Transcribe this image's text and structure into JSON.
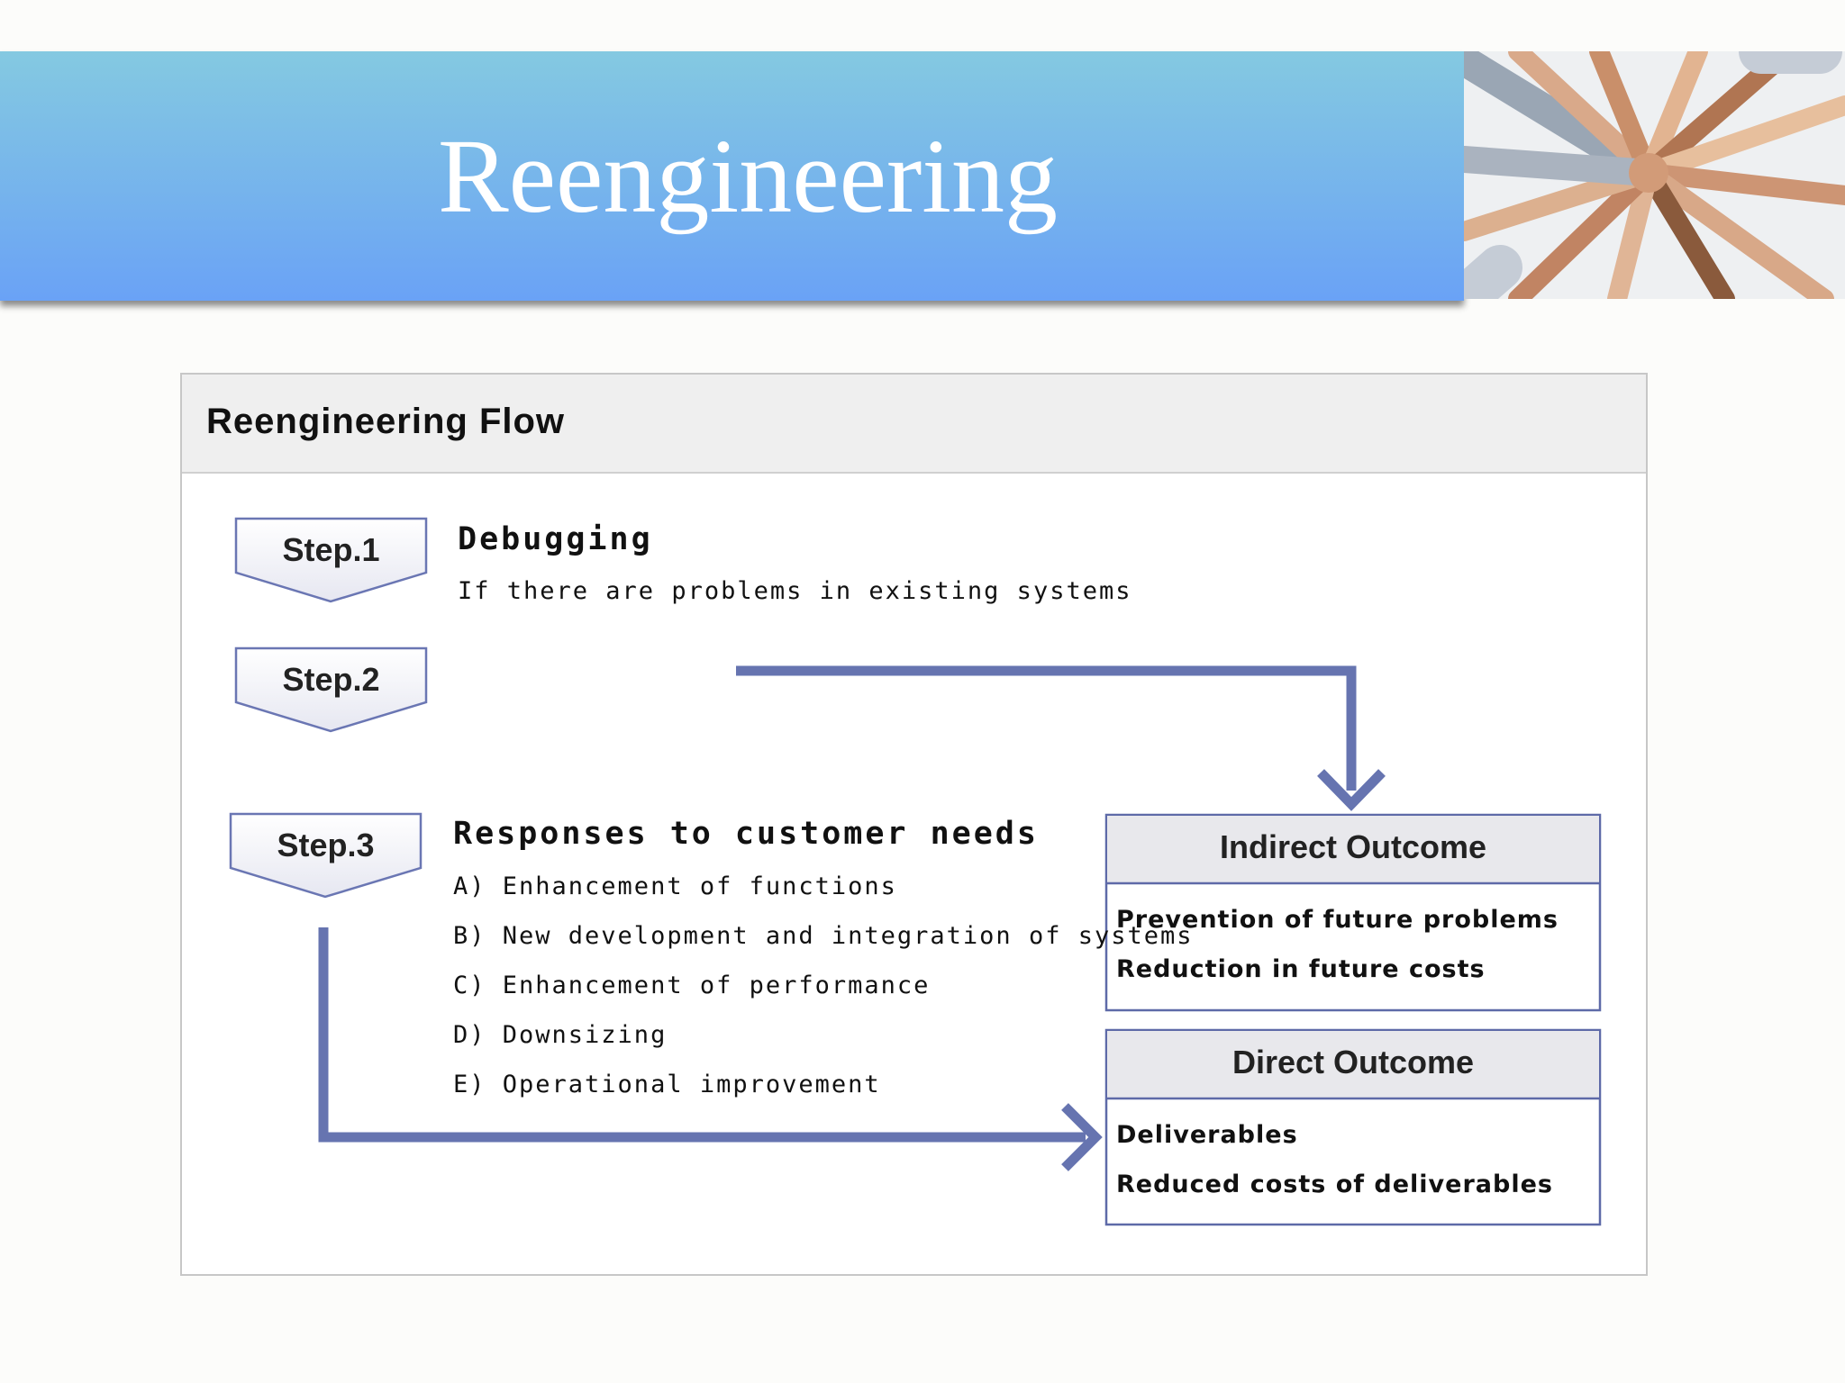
{
  "slide": {
    "title": "Reengineering"
  },
  "panel": {
    "title": "Reengineering Flow"
  },
  "steps": [
    {
      "label": "Step.1",
      "heading": "Debugging",
      "lines": [
        "If there are problems in existing systems"
      ]
    },
    {
      "label": "Step.2",
      "heading": "",
      "lines": []
    },
    {
      "label": "Step.3",
      "heading": "Responses to customer needs",
      "lines": [
        "A) Enhancement of functions",
        "B) New development and integration of systems",
        "C) Enhancement of performance",
        "D) Downsizing",
        "E) Operational improvement"
      ]
    }
  ],
  "outcomes": {
    "indirect": {
      "title": "Indirect Outcome",
      "items": [
        "Prevention of future problems",
        "Reduction in future costs"
      ]
    },
    "direct": {
      "title": "Direct Outcome",
      "items": [
        "Deliverables",
        "Reduced costs of deliverables"
      ]
    }
  },
  "colors": {
    "banner_top": "#84c9e1",
    "banner_bottom": "#6aa2f6",
    "arrow": "#6674b0",
    "box_border": "#5e6aa8",
    "box_head": "#e8e8ec"
  }
}
